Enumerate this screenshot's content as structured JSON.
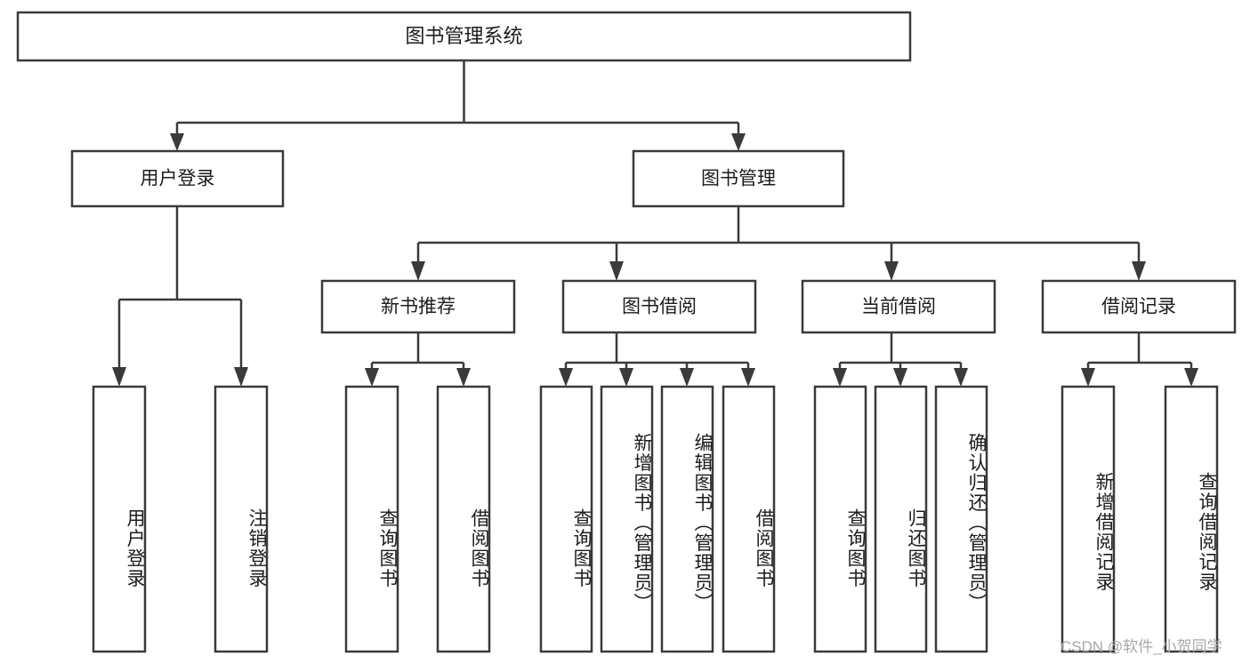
{
  "diagram": {
    "type": "tree",
    "title": "图书管理系统",
    "root": {
      "id": "root",
      "label": "图书管理系统"
    },
    "level2": [
      {
        "id": "user-login",
        "label": "用户登录"
      },
      {
        "id": "book-manage",
        "label": "图书管理"
      }
    ],
    "level3": [
      {
        "id": "new-book-rec",
        "label": "新书推荐",
        "parent": "book-manage"
      },
      {
        "id": "book-borrow",
        "label": "图书借阅",
        "parent": "book-manage"
      },
      {
        "id": "current-borrow",
        "label": "当前借阅",
        "parent": "book-manage"
      },
      {
        "id": "borrow-record",
        "label": "借阅记录",
        "parent": "book-manage"
      }
    ],
    "leaves": [
      {
        "id": "leaf-user-login",
        "label": "用户登录",
        "parent": "user-login"
      },
      {
        "id": "leaf-user-logout",
        "label": "注销登录",
        "parent": "user-login"
      },
      {
        "id": "leaf-rec-query",
        "label": "查询图书",
        "parent": "new-book-rec"
      },
      {
        "id": "leaf-rec-borrow",
        "label": "借阅图书",
        "parent": "new-book-rec"
      },
      {
        "id": "leaf-bb-query",
        "label": "查询图书",
        "parent": "book-borrow"
      },
      {
        "id": "leaf-bb-add",
        "label": "新增图书（管理员）",
        "parent": "book-borrow"
      },
      {
        "id": "leaf-bb-edit",
        "label": "编辑图书（管理员）",
        "parent": "book-borrow"
      },
      {
        "id": "leaf-bb-borrow",
        "label": "借阅图书",
        "parent": "book-borrow"
      },
      {
        "id": "leaf-cb-query",
        "label": "查询图书",
        "parent": "current-borrow"
      },
      {
        "id": "leaf-cb-return",
        "label": "归还图书",
        "parent": "current-borrow"
      },
      {
        "id": "leaf-cb-confirm",
        "label": "确认归还（管理员）",
        "parent": "current-borrow"
      },
      {
        "id": "leaf-br-add",
        "label": "新增借阅记录",
        "parent": "borrow-record"
      },
      {
        "id": "leaf-br-query",
        "label": "查询借阅记录",
        "parent": "borrow-record"
      }
    ],
    "colors": {
      "stroke": "#3a3a3a",
      "fill": "#ffffff",
      "text": "#1c1c1c",
      "watermark": "#a8a8a8"
    }
  },
  "watermark": {
    "text": "CSDN @软件_小贺同学"
  }
}
